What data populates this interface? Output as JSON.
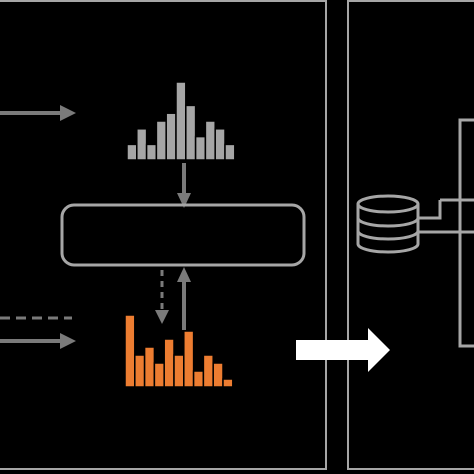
{
  "colors": {
    "background": "#000000",
    "panel_border": "#a6a6a6",
    "arrow_dark": "#7a7a7a",
    "hist_gray": "#a6a6a6",
    "hist_orange": "#ed7d31",
    "hist_separator": "#000000",
    "arrow_white": "#ffffff"
  },
  "diagram": {
    "top_histogram": {
      "color_name": "gray",
      "relative_heights": [
        2,
        4,
        2,
        5,
        6,
        10,
        7,
        3,
        5,
        4,
        2
      ]
    },
    "bottom_histogram": {
      "color_name": "orange",
      "relative_heights": [
        9,
        4,
        5,
        3,
        6,
        4,
        7,
        2,
        4,
        3,
        1
      ]
    },
    "icons": [
      "database-icon",
      "right-arrow-white-icon"
    ]
  }
}
